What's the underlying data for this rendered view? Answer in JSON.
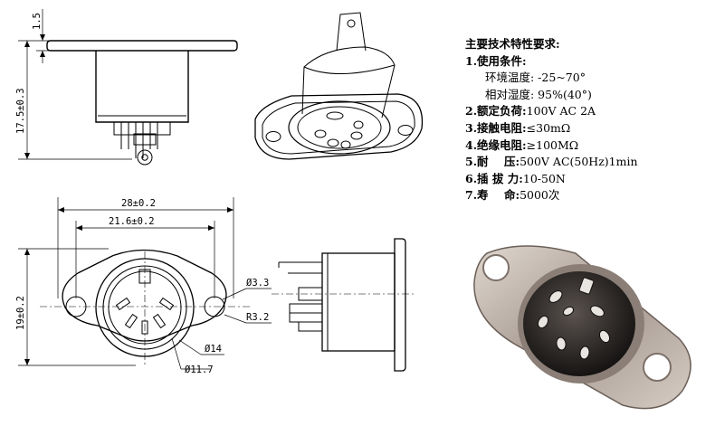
{
  "top_view": {
    "flange_thickness": "1.5",
    "height": "17.5±0.3"
  },
  "front_view": {
    "width_outer": "28±0.2",
    "hole_spacing": "21.6±0.2",
    "height": "19±0.2",
    "hole_dia": "Ø3.3",
    "corner_radius": "R3.2",
    "body_dia": "Ø14",
    "inner_dia": "Ø11.7"
  },
  "specs": {
    "title": "主要技术特性要求:",
    "r1_key": "1.使用条件:",
    "r1a": "环境温度: -25~70°",
    "r1b": "相对湿度: 95%(40°)",
    "r2_key": "2.额定负荷:",
    "r2_val": "100V AC 2A",
    "r3_key": "3.接触电阻:",
    "r3_val": "≤30mΩ",
    "r4_key": "4.绝缘电阻:",
    "r4_val": "≥100MΩ",
    "r5_key": "5.耐    压:",
    "r5_val": "500V AC(50Hz)1min",
    "r6_key": "6.插 拔 力:",
    "r6_val": "10-50N",
    "r7_key": "7.寿    命:",
    "r7_val": "5000次"
  },
  "colors": {
    "line": "#000000",
    "metal": "#c9c2bb",
    "metal_dark": "#7a6e66",
    "insert": "#1c1c1c"
  }
}
